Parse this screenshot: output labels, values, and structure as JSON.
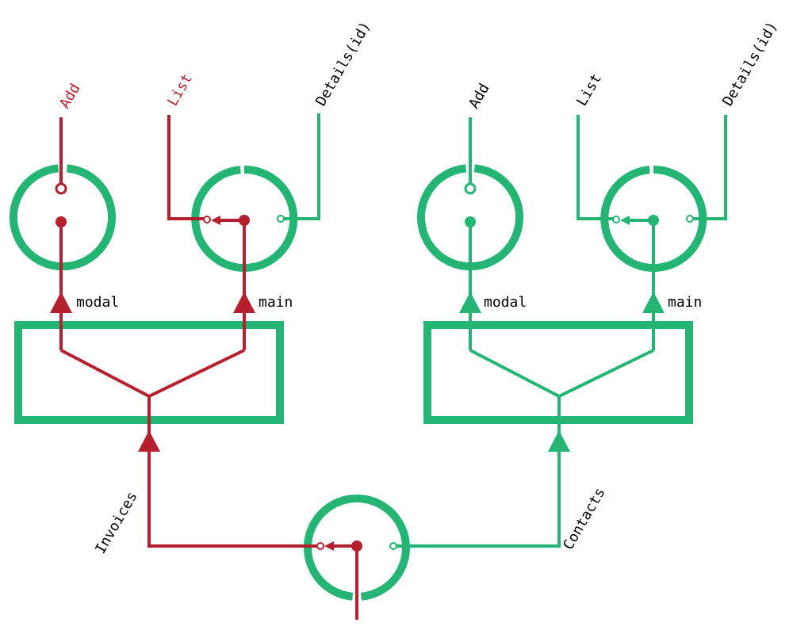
{
  "colors": {
    "active": "#b5202e",
    "inactive": "#24b574",
    "text": "#000000",
    "background": "#ffffff"
  },
  "left_group": {
    "leaves": {
      "add": "Add",
      "list": "List",
      "details": "Details(id)"
    },
    "outlets": {
      "modal": "modal",
      "main": "main"
    }
  },
  "right_group": {
    "leaves": {
      "add": "Add",
      "list": "List",
      "details": "Details(id)"
    },
    "outlets": {
      "modal": "modal",
      "main": "main"
    }
  },
  "root": {
    "branches": {
      "invoices": "Invoices",
      "contacts": "Contacts"
    }
  }
}
